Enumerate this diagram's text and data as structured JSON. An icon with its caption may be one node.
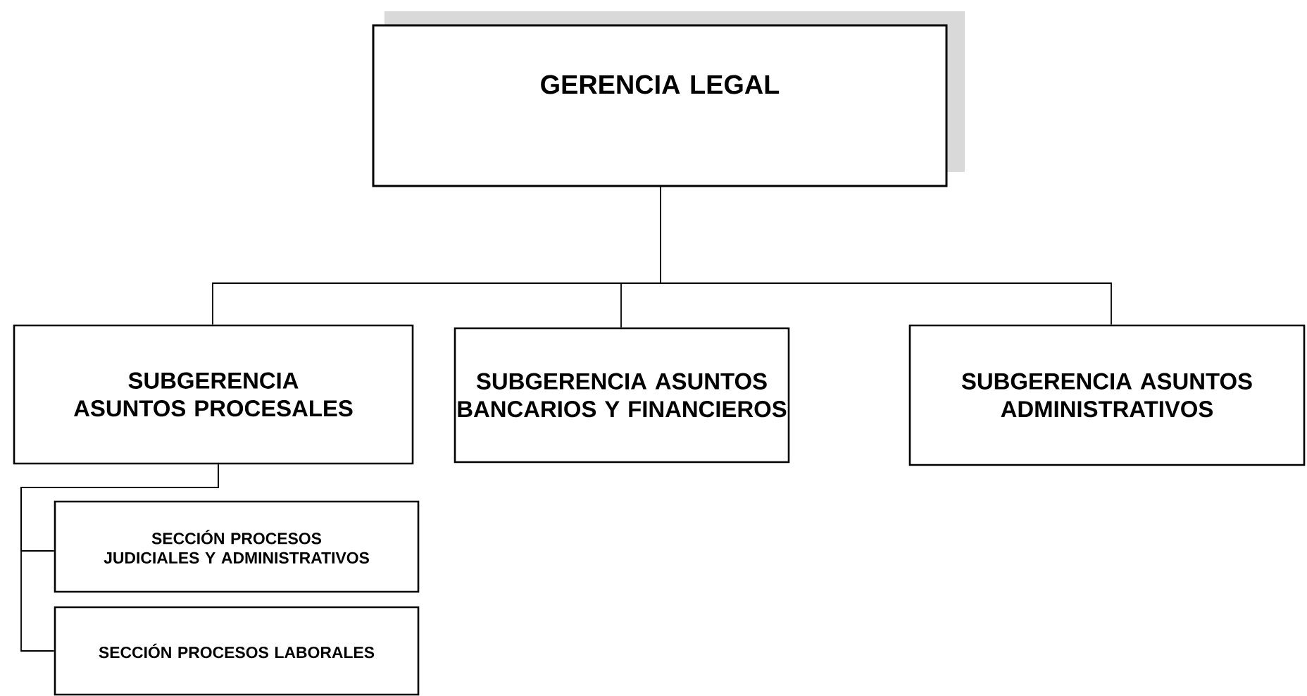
{
  "diagram": {
    "nodes": [
      {
        "text": [
          "GERENCIA LEGAL"
        ]
      },
      {
        "text": [
          "SUBGERENCIA ASUNTOS PROCESALES"
        ]
      },
      {
        "text": [
          "SUBGERENCIA ASUNTOS BANCARIOS Y FINANCIEROS"
        ]
      },
      {
        "text": [
          "SUBGERENCIA ASUNTOS ADMINISTRATIVOS"
        ]
      },
      {
        "text": [
          "SECCIÓN PROCESOS JUDICIALES Y ADMINISTRATIVOS"
        ]
      },
      {
        "text": [
          "SECCIÓN PROCESOS LABORALES"
        ]
      }
    ],
    "edges": [
      {
        "from": 0,
        "to": 1,
        "arrow": "none"
      },
      {
        "from": 0,
        "to": 2,
        "arrow": "none"
      },
      {
        "from": 0,
        "to": 3,
        "arrow": "none"
      },
      {
        "from": 1,
        "to": 4,
        "arrow": "none"
      },
      {
        "from": 1,
        "to": 5,
        "arrow": "none"
      }
    ]
  }
}
